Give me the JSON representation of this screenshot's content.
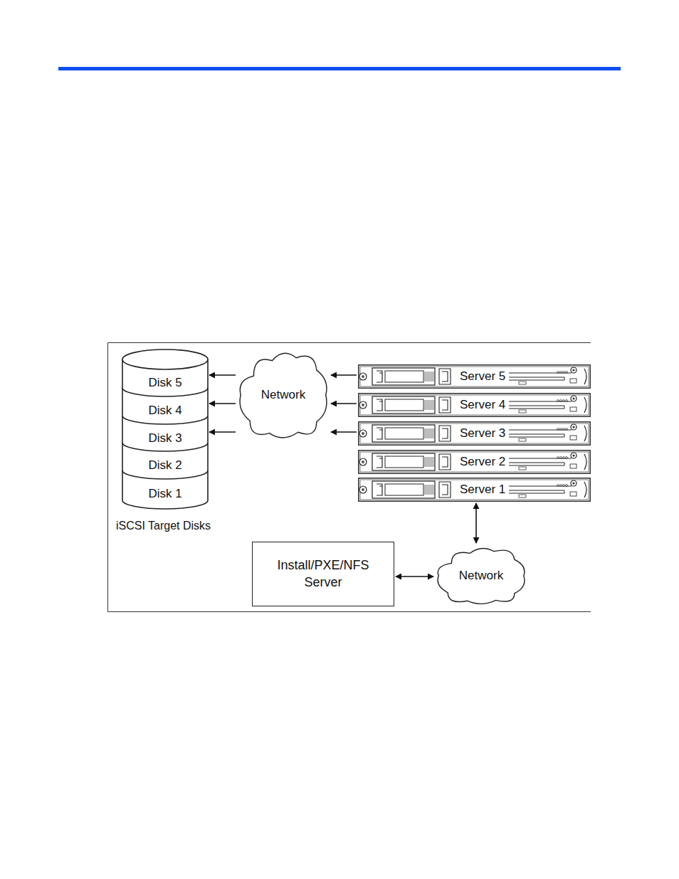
{
  "diagram": {
    "nodes": [
      {
        "text": [
          "Disk 5"
        ]
      },
      {
        "text": [
          "Disk 4"
        ]
      },
      {
        "text": [
          "Disk 3"
        ]
      },
      {
        "text": [
          "Disk 2"
        ]
      },
      {
        "text": [
          "Disk 1"
        ]
      },
      {
        "text": [
          "Network"
        ]
      },
      {
        "text": [
          "Server 5"
        ]
      },
      {
        "text": [
          "Server 4"
        ]
      },
      {
        "text": [
          "Server 3"
        ]
      },
      {
        "text": [
          "Server 2"
        ]
      },
      {
        "text": [
          "Server 1"
        ]
      },
      {
        "text": [
          "Network"
        ]
      },
      {
        "text": [
          "Install/PXE/NFS Server"
        ]
      }
    ],
    "edges": [
      {
        "from": 5,
        "to": 0,
        "arrow": "to"
      },
      {
        "from": 5,
        "to": 1,
        "arrow": "to"
      },
      {
        "from": 5,
        "to": 2,
        "arrow": "to"
      },
      {
        "from": 6,
        "to": 5,
        "arrow": "to"
      },
      {
        "from": 7,
        "to": 5,
        "arrow": "to"
      },
      {
        "from": 8,
        "to": 5,
        "arrow": "to"
      },
      {
        "from": 10,
        "to": 11,
        "arrow": "both"
      },
      {
        "from": 12,
        "to": 11,
        "arrow": "both"
      }
    ],
    "labels": [
      "iSCSI Target Disks"
    ]
  }
}
